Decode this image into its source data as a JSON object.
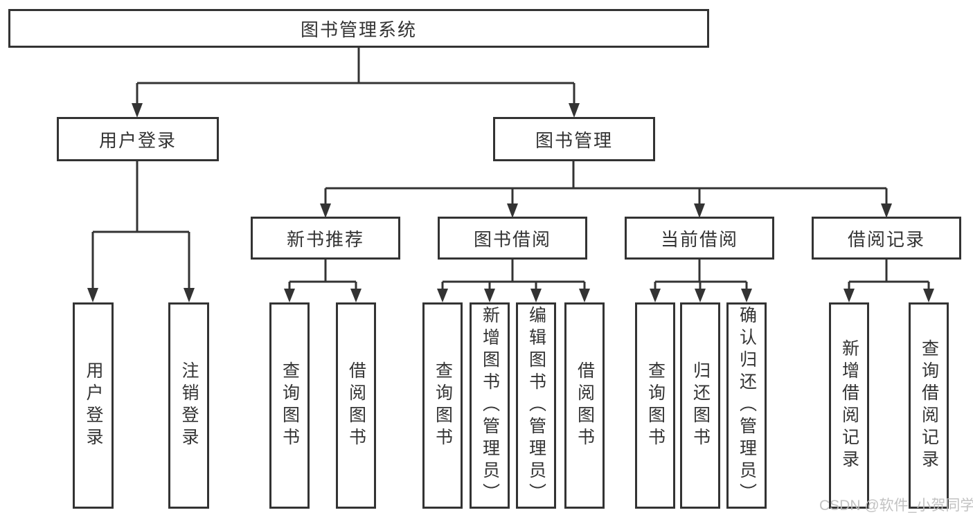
{
  "diagram": {
    "root": "图书管理系统",
    "branches": [
      {
        "label": "用户登录",
        "children": [
          "用户登录",
          "注销登录"
        ]
      },
      {
        "label": "图书管理",
        "sections": [
          {
            "label": "新书推荐",
            "children": [
              "查询图书",
              "借阅图书"
            ]
          },
          {
            "label": "图书借阅",
            "children": [
              "查询图书",
              "新增图书（管理员）",
              "编辑图书（管理员）",
              "借阅图书"
            ]
          },
          {
            "label": "当前借阅",
            "children": [
              "查询图书",
              "归还图书",
              "确认归还（管理员）"
            ]
          },
          {
            "label": "借阅记录",
            "children": [
              "新增借阅记录",
              "查询借阅记录"
            ]
          }
        ]
      }
    ],
    "watermark": "CSDN @软件_小贺同学",
    "colors": {
      "line": "#333333",
      "text": "#333333",
      "bg": "#ffffff",
      "watermark": "#bdbdbd"
    }
  }
}
